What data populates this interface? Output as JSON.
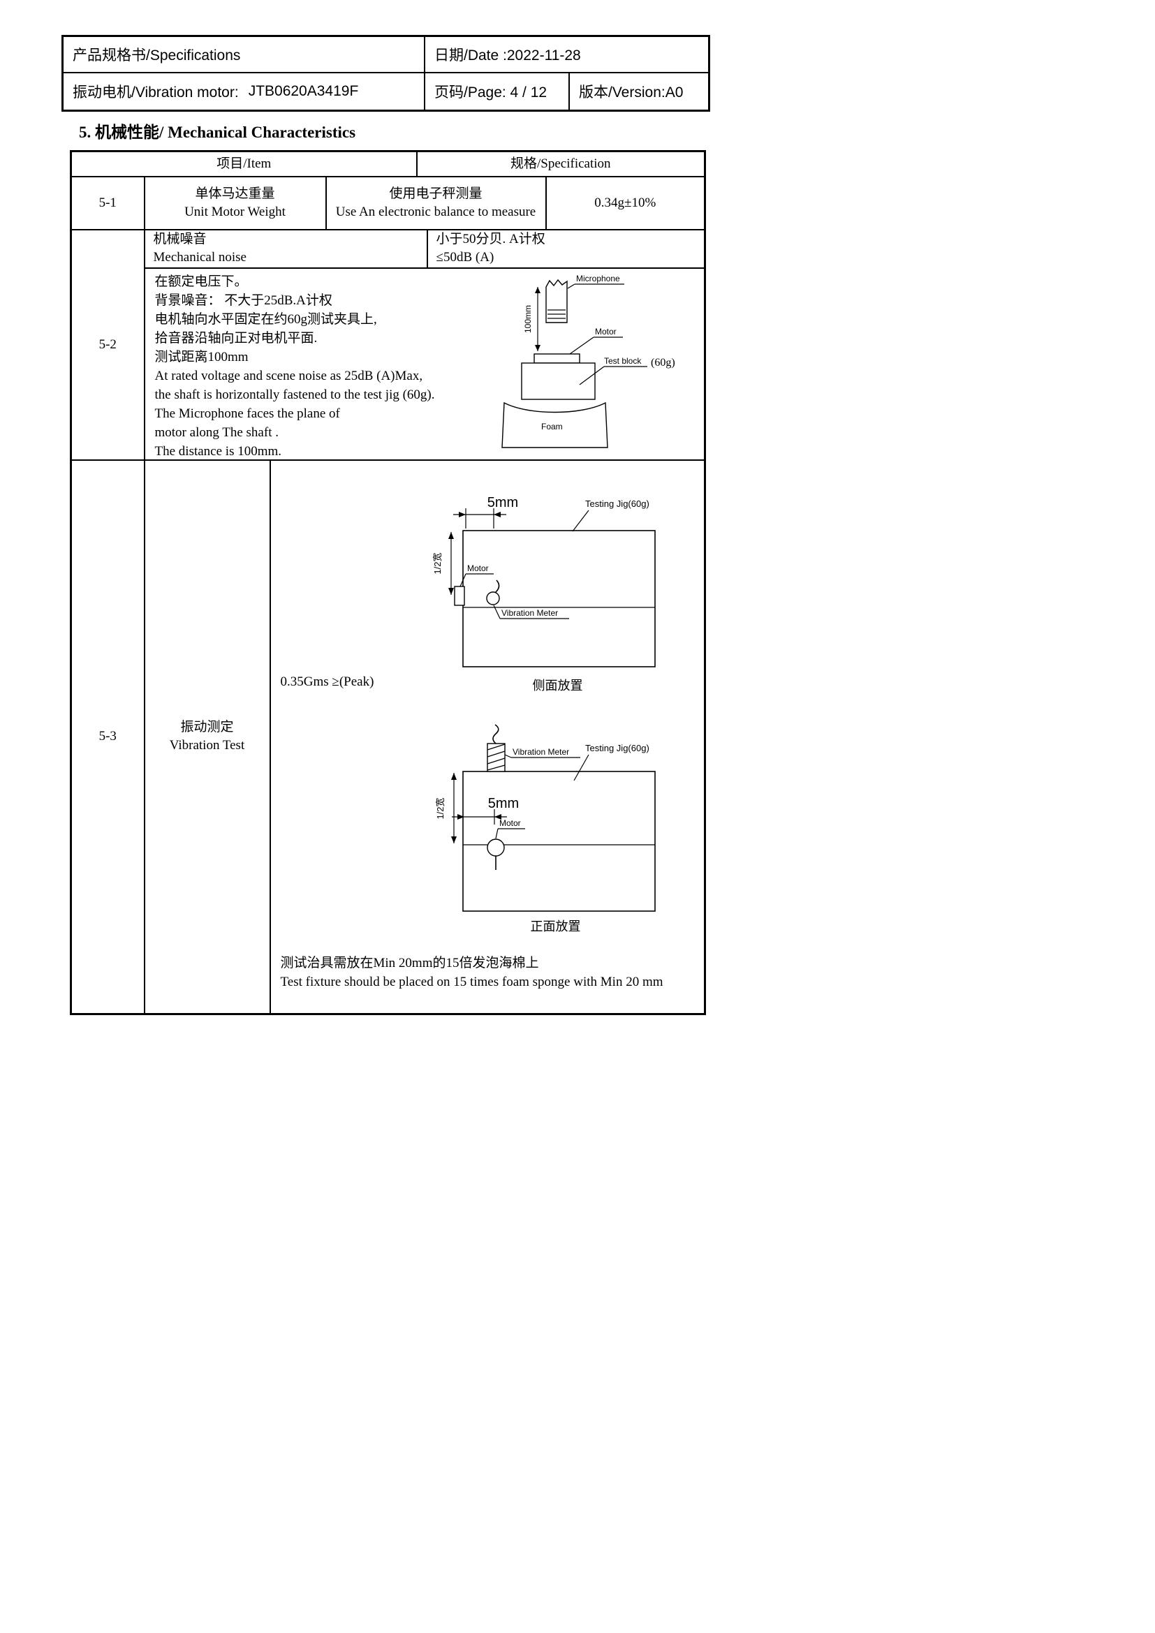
{
  "doc_header": {
    "spec": "产品规格书/Specifications",
    "date": "日期/Date :2022-11-28",
    "motor": "振动电机/Vibration motor:",
    "model": "JTB0620A3419F",
    "page": "页码/Page: 4 / 12",
    "version": "版本/Version:A0"
  },
  "section_title": "5. 机械性能/ Mechanical Characteristics",
  "table": {
    "col_item": "项目/Item",
    "col_spec": "规格/Specification",
    "r51": {
      "id": "5-1",
      "name_cn": "单体马达重量",
      "name_en": "Unit Motor Weight",
      "method_cn": "使用电子秤测量",
      "method_en": "Use An electronic balance to measure",
      "value": "0.34g±10%"
    },
    "r52": {
      "id": "5-2",
      "item_cn": "机械噪音",
      "item_en": "Mechanical noise",
      "spec_cn": "小于50分贝. A计权",
      "spec_en": "≤50dB (A)",
      "desc": [
        "在额定电压下。",
        "背景噪音： 不大于25dB.A计权",
        "电机轴向水平固定在约60g测试夹具上,",
        "拾音器沿轴向正对电机平面.",
        "测试距离100mm",
        "At rated voltage and scene noise as 25dB (A)Max,",
        "the shaft is horizontally fastened to the test jig (60g).",
        "The Microphone faces the plane of",
        "motor along The shaft .",
        "The distance is 100mm."
      ],
      "diagram": {
        "microphone": "Microphone",
        "distance": "100mm",
        "motor": "Motor",
        "test_block": "Test block",
        "weight": "(60g)",
        "foam": "Foam"
      }
    },
    "r53": {
      "id": "5-3",
      "name_cn": "振动测定",
      "name_en": "Vibration Test",
      "value": "0.35Gms ≥(Peak)",
      "side": {
        "jig": "Testing Jig(60g)",
        "dim": "5mm",
        "half_width": "1/2宽",
        "motor": "Motor",
        "meter": "Vibration Meter",
        "caption": "侧面放置"
      },
      "front": {
        "jig": "Testing Jig(60g)",
        "dim": "5mm",
        "half_width": "1/2宽",
        "motor": "Motor",
        "meter": "Vibration Meter",
        "caption": "正面放置"
      },
      "note_cn": "测试治具需放在Min 20mm的15倍发泡海棉上",
      "note_en": "Test fixture should be placed on 15 times foam sponge with Min 20 mm"
    }
  }
}
